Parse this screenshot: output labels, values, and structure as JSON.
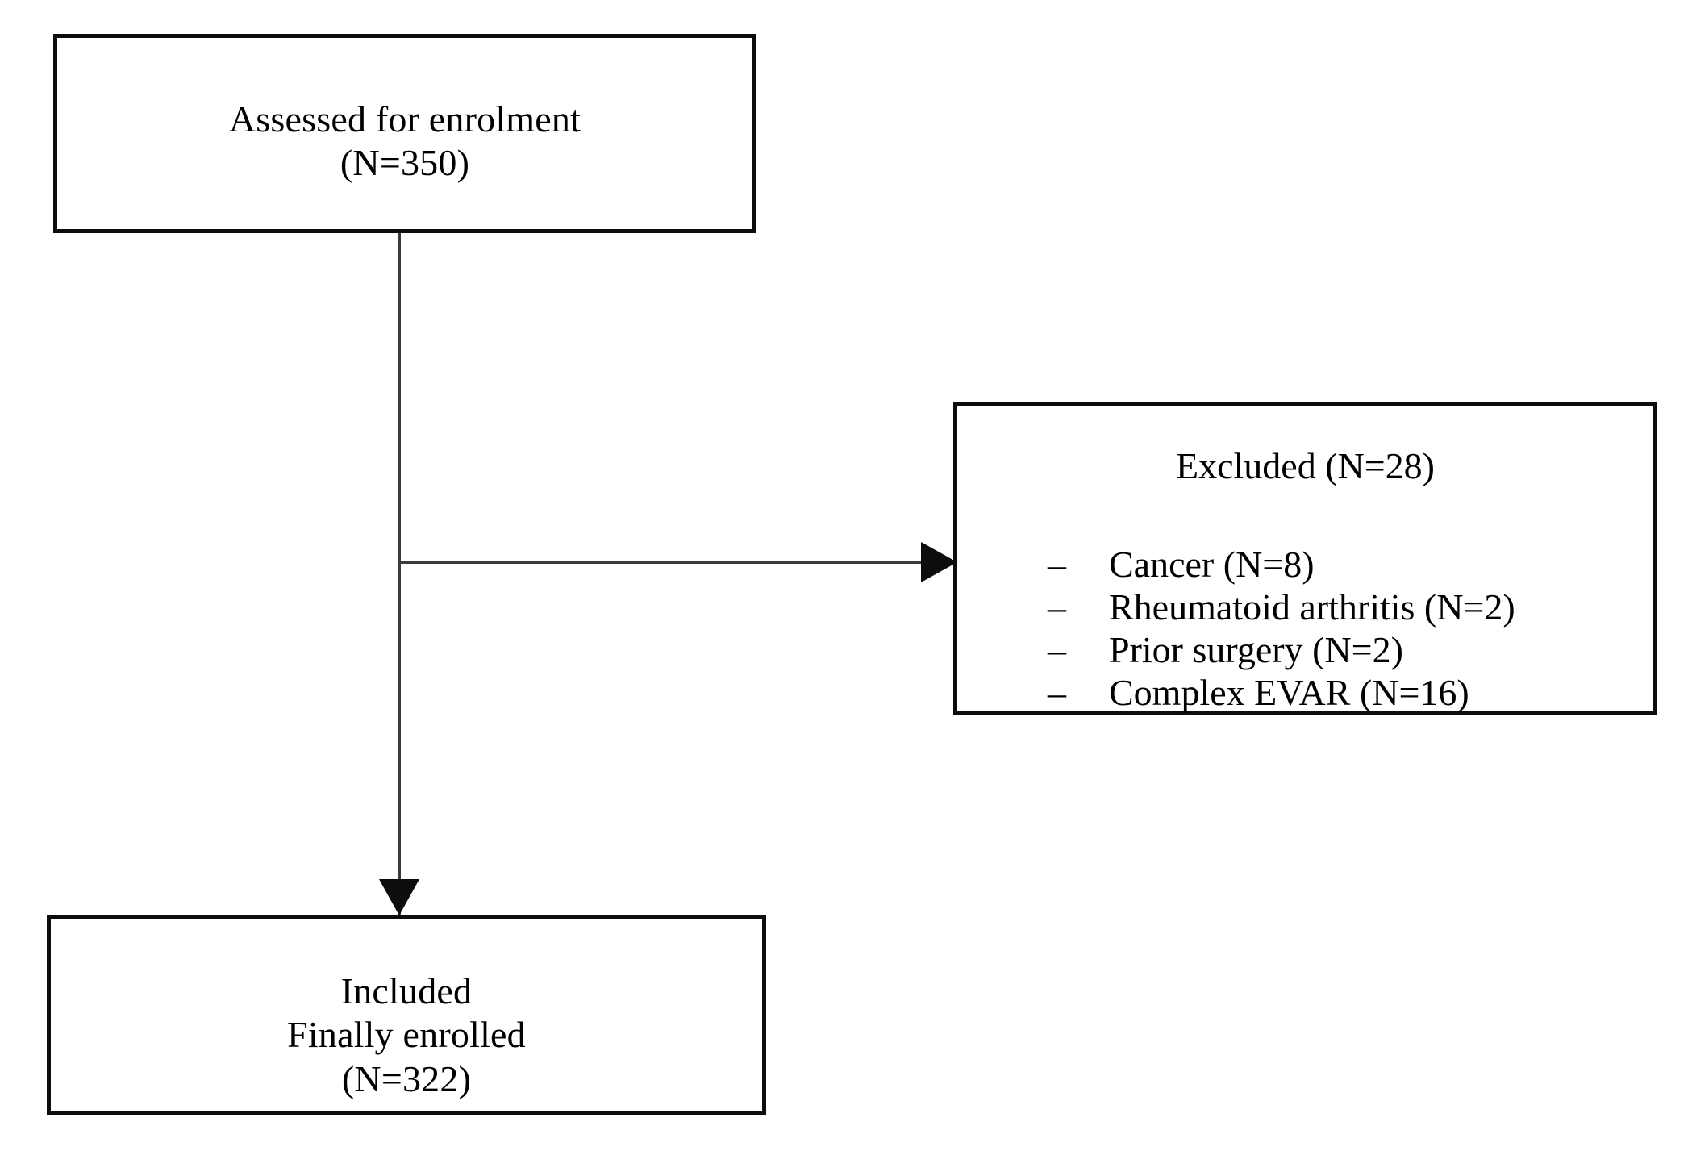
{
  "diagram": {
    "title": "CONSORT style participant flow diagram",
    "background_color": "#ffffff",
    "line_color": "#3b3b3b",
    "border_color": "#0d0d0d",
    "text_color": "#000000"
  },
  "nodes": {
    "assessed": {
      "line1": "Assessed for enrolment",
      "line2": "(N=350)"
    },
    "excluded": {
      "title": "Excluded (N=28)",
      "marker": "–",
      "items": [
        {
          "label": "Cancer (N=8)"
        },
        {
          "label": "Rheumatoid arthritis (N=2)"
        },
        {
          "label": "Prior surgery (N=2)"
        },
        {
          "label": "Complex EVAR (N=16)"
        }
      ]
    },
    "included": {
      "line1": "Included",
      "line2": "Finally enrolled",
      "line3": "(N=322)"
    }
  },
  "connectors": {
    "vertical_trunk": "assessed-to-included",
    "branch_to_excluded": "assessed-to-excluded",
    "arrow_right": "arrow-right",
    "arrow_down": "arrow-down"
  }
}
